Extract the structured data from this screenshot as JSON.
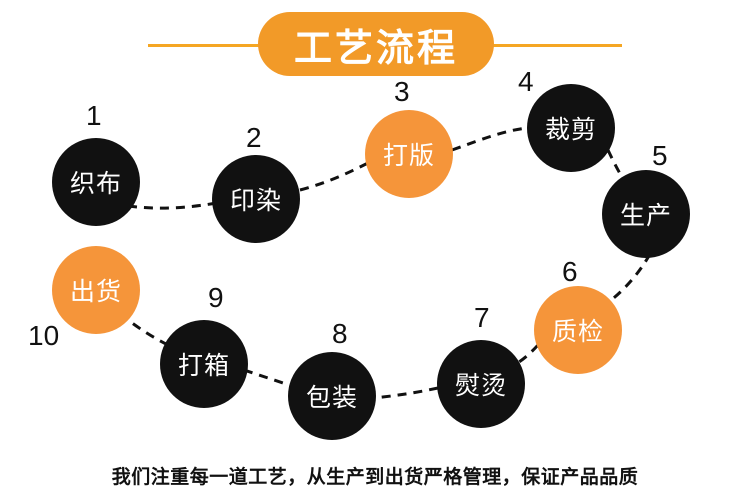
{
  "title": "工艺流程",
  "steps": [
    {
      "num": "1",
      "label": "织布",
      "color": "#111111"
    },
    {
      "num": "2",
      "label": "印染",
      "color": "#111111"
    },
    {
      "num": "3",
      "label": "打版",
      "color": "#f5953a"
    },
    {
      "num": "4",
      "label": "裁剪",
      "color": "#111111"
    },
    {
      "num": "5",
      "label": "生产",
      "color": "#111111"
    },
    {
      "num": "6",
      "label": "质检",
      "color": "#f5953a"
    },
    {
      "num": "7",
      "label": "熨烫",
      "color": "#111111"
    },
    {
      "num": "8",
      "label": "包装",
      "color": "#111111"
    },
    {
      "num": "9",
      "label": "打箱",
      "color": "#111111"
    },
    {
      "num": "10",
      "label": "出货",
      "color": "#f5953a"
    }
  ],
  "footer": "我们注重每一道工艺，从生产到出货严格管理，保证产品品质",
  "colors": {
    "accent": "#f29a28",
    "node_dark": "#111111",
    "node_orange": "#f5953a"
  }
}
